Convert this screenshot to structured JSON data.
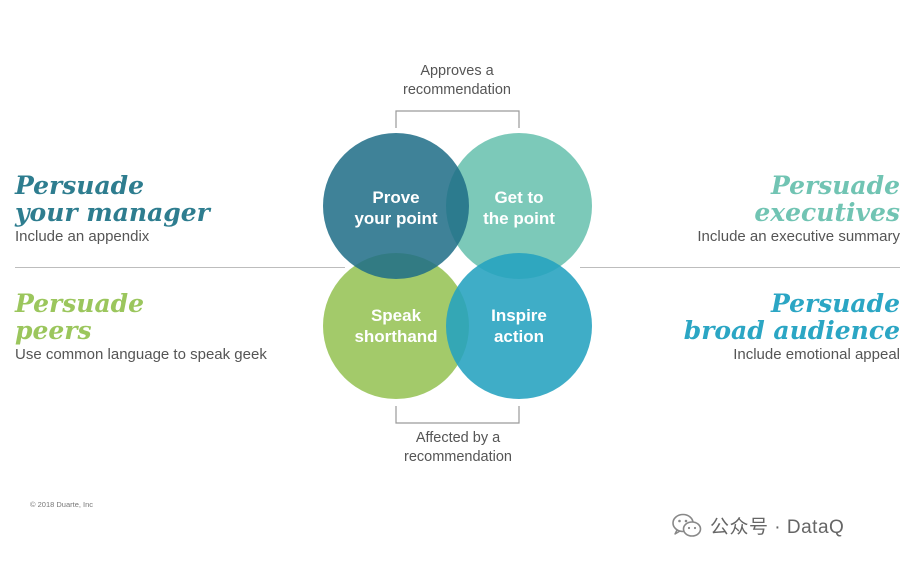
{
  "brackets": {
    "top": {
      "line1": "Approves a",
      "line2": "recommendation"
    },
    "bottom": {
      "line1": "Affected by a",
      "line2": "recommendation"
    }
  },
  "circles": {
    "top_left": {
      "line1": "Prove",
      "line2": "your point",
      "color": "#25738f"
    },
    "top_right": {
      "line1": "Get to",
      "line2": "the point",
      "color": "#71c4b3"
    },
    "bottom_left": {
      "line1": "Speak",
      "line2": "shorthand",
      "color": "#9bc65d"
    },
    "bottom_right": {
      "line1": "Inspire",
      "line2": "action",
      "color": "#24a2bf"
    }
  },
  "quadrants": {
    "top_left": {
      "title_line1": "Persuade",
      "title_line2": "your manager",
      "subtitle": "Include an appendix",
      "color": "#2e7d8f"
    },
    "top_right": {
      "title_line1": "Persuade",
      "title_line2": "executives",
      "subtitle": "Include an executive summary",
      "color": "#71c4b3"
    },
    "bottom_left": {
      "title_line1": "Persuade",
      "title_line2": "peers",
      "subtitle": "Use common language to speak geek",
      "color": "#9bc65d"
    },
    "bottom_right": {
      "title_line1": "Persuade",
      "title_line2": "broad audience",
      "subtitle": "Include emotional appeal",
      "color": "#2ba6c4"
    }
  },
  "footer": {
    "copyright": "© 2018 Duarte, Inc"
  },
  "watermark": {
    "text": "公众号 · DataQ",
    "icon": "wechat-icon"
  }
}
